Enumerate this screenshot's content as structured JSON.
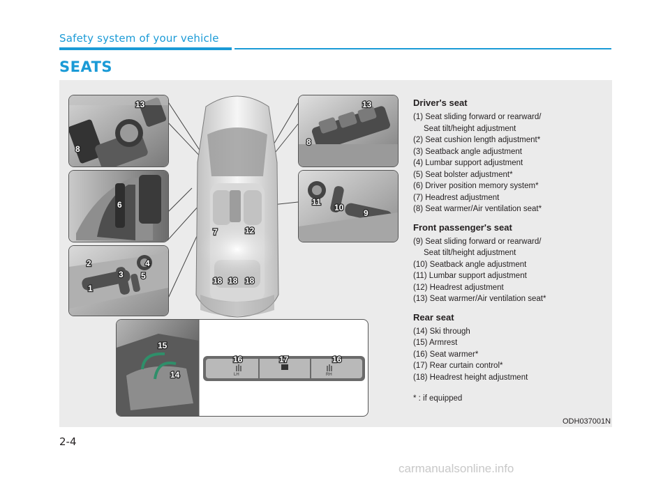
{
  "header": {
    "title": "Safety system of your vehicle"
  },
  "section": {
    "title": "SEATS"
  },
  "figure": {
    "reference": "ODH037001N",
    "callouts": {
      "top_left": [
        "13",
        "8"
      ],
      "middle_left": [
        "6"
      ],
      "bottom_left": [
        "2",
        "4",
        "3",
        "5",
        "1"
      ],
      "top_right": [
        "13",
        "8"
      ],
      "middle_right": [
        "11",
        "10",
        "9"
      ],
      "car": [
        "7",
        "12",
        "18",
        "18",
        "18"
      ],
      "rear_photo": [
        "15",
        "14"
      ],
      "rear_panel": [
        "16",
        "17",
        "16"
      ]
    },
    "panel_labels": {
      "left": "LH",
      "right": "RH"
    }
  },
  "legend": {
    "driver": {
      "title": "Driver's seat",
      "items": [
        {
          "text": "(1) Seat sliding forward or rearward/",
          "cont": "Seat tilt/height adjustment"
        },
        {
          "text": "(2) Seat cushion length adjustment*"
        },
        {
          "text": "(3) Seatback angle adjustment"
        },
        {
          "text": "(4) Lumbar support adjustment"
        },
        {
          "text": "(5) Seat bolster adjustment*"
        },
        {
          "text": "(6) Driver position memory system*"
        },
        {
          "text": "(7) Headrest adjustment"
        },
        {
          "text": "(8) Seat warmer/Air ventilation seat*"
        }
      ]
    },
    "passenger": {
      "title": "Front passenger's seat",
      "items": [
        {
          "text": "(9) Seat sliding forward or rearward/",
          "cont": "Seat tilt/height adjustment"
        },
        {
          "text": "(10) Seatback angle adjustment"
        },
        {
          "text": "(11) Lumbar support adjustment"
        },
        {
          "text": "(12) Headrest adjustment"
        },
        {
          "text": "(13) Seat warmer/Air ventilation seat*"
        }
      ]
    },
    "rear": {
      "title": "Rear seat",
      "items": [
        {
          "text": "(14) Ski through"
        },
        {
          "text": "(15) Armrest"
        },
        {
          "text": "(16) Seat warmer*"
        },
        {
          "text": "(17) Rear curtain control*"
        },
        {
          "text": "(18) Headrest height adjustment"
        }
      ]
    },
    "footnote": "* :  if equipped"
  },
  "page": {
    "number": "2-4"
  },
  "watermark": "carmanualsonline.info"
}
